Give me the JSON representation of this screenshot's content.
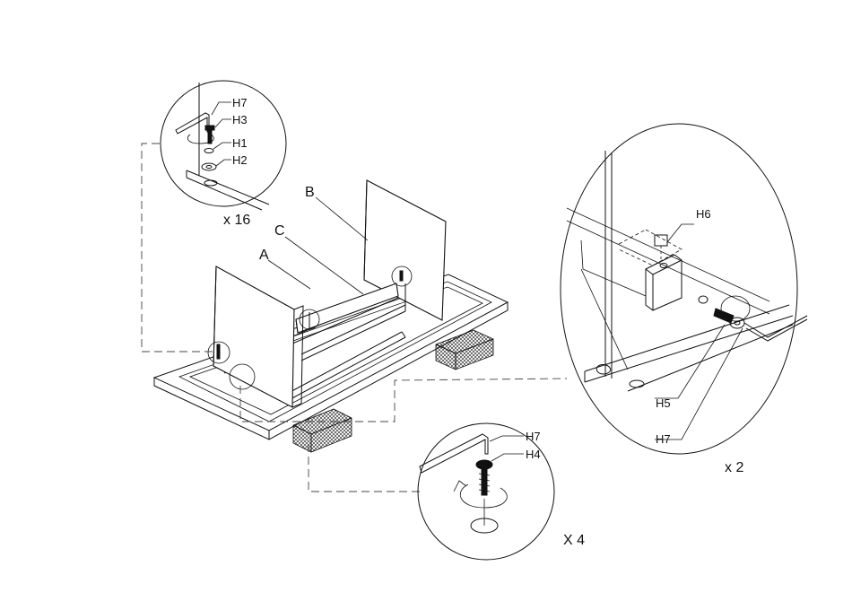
{
  "labels": {
    "panel_a": "A",
    "panel_b": "B",
    "panel_c": "C"
  },
  "callouts": {
    "top_left": {
      "items": [
        "H7",
        "H3",
        "H1",
        "H2"
      ],
      "quantity": "x 16"
    },
    "bottom": {
      "items": [
        "H7",
        "H4"
      ],
      "quantity": "X 4"
    },
    "right": {
      "items": [
        "H6",
        "H5",
        "H7"
      ],
      "quantity": "x 2"
    }
  }
}
